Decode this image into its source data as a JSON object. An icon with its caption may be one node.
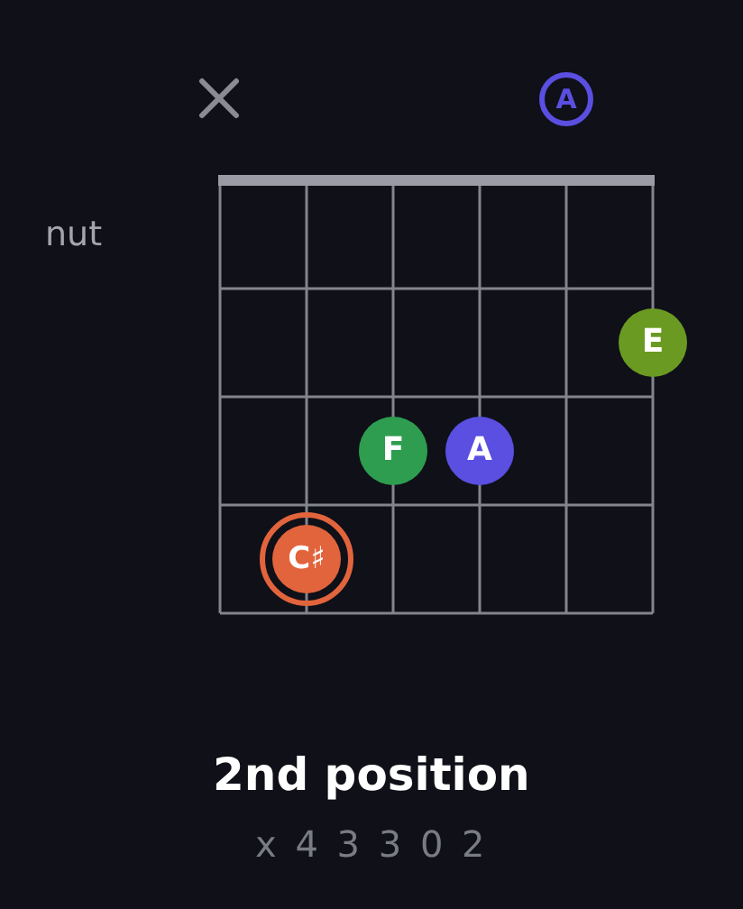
{
  "diagram": {
    "caption": "2nd position",
    "nodes": [
      {
        "text": [
          "A"
        ]
      },
      {
        "text": [
          "E"
        ]
      },
      {
        "text": [
          "F"
        ]
      },
      {
        "text": [
          "A"
        ]
      },
      {
        "text": [
          "C♯"
        ]
      }
    ],
    "labels": [
      "nut",
      "x 4 3 3 0 2"
    ]
  }
}
